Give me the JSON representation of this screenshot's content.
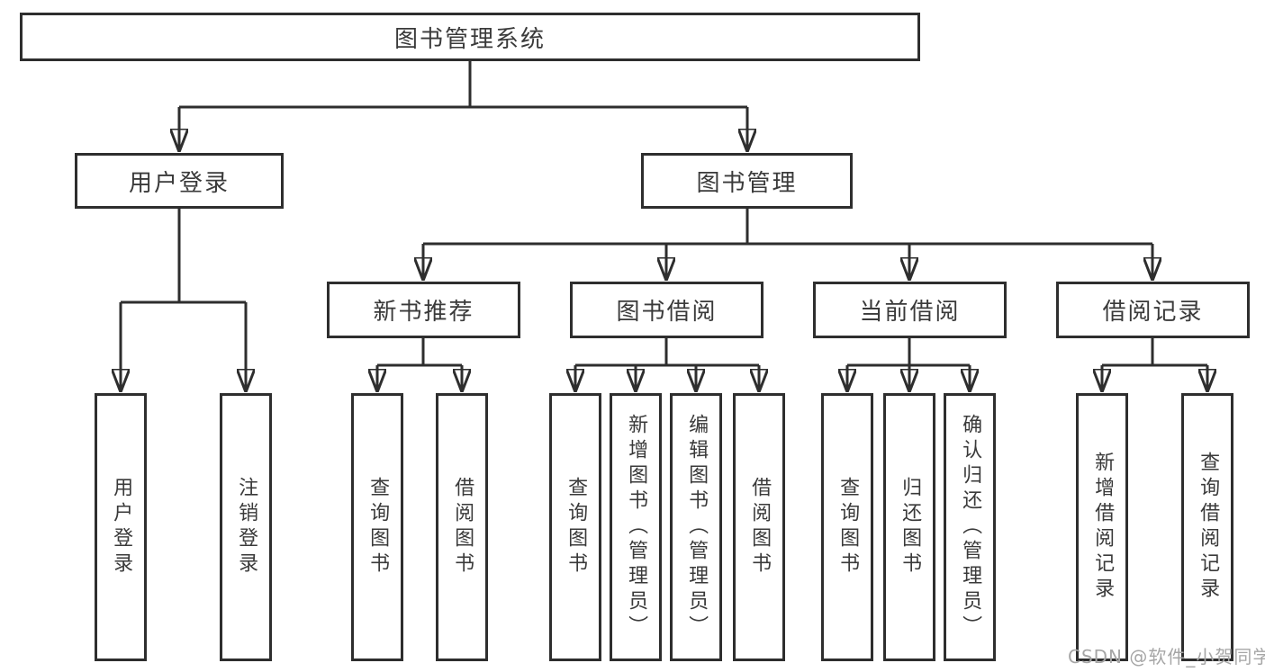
{
  "diagram": {
    "title": "图书管理系统",
    "colors": {
      "line": "#2e2e2e",
      "box_border": "#2e2e2e",
      "text": "#3a3a3a",
      "background": "#ffffff",
      "watermark_text_color": "#a6a6a6"
    },
    "tree": {
      "root": {
        "label": "图书管理系统",
        "children": [
          {
            "label": "用户登录",
            "children": [
              {
                "label": "用户登录"
              },
              {
                "label": "注销登录"
              }
            ]
          },
          {
            "label": "图书管理",
            "children": [
              {
                "label": "新书推荐",
                "children": [
                  {
                    "label": "查询图书"
                  },
                  {
                    "label": "借阅图书"
                  }
                ]
              },
              {
                "label": "图书借阅",
                "children": [
                  {
                    "label": "查询图书"
                  },
                  {
                    "label": "新增图书（管理员）"
                  },
                  {
                    "label": "编辑图书（管理员）"
                  },
                  {
                    "label": "借阅图书"
                  }
                ]
              },
              {
                "label": "当前借阅",
                "children": [
                  {
                    "label": "查询图书"
                  },
                  {
                    "label": "归还图书"
                  },
                  {
                    "label": "确认归还（管理员）"
                  }
                ]
              },
              {
                "label": "借阅记录",
                "children": [
                  {
                    "label": "新增借阅记录"
                  },
                  {
                    "label": "查询借阅记录"
                  }
                ]
              }
            ]
          }
        ]
      }
    },
    "watermark": {
      "text": "CSDN @软件_小贺同学"
    }
  }
}
